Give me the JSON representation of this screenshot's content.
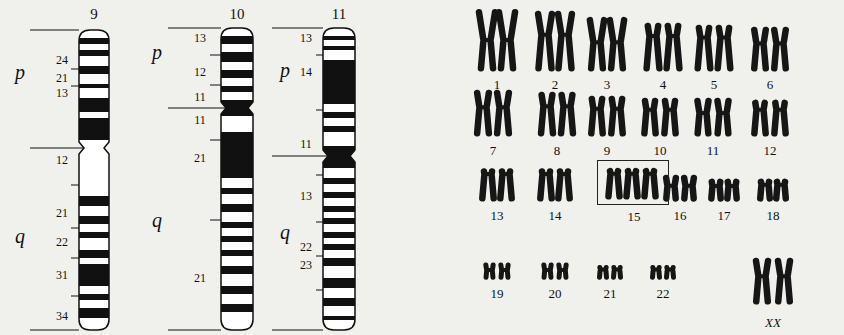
{
  "diagram": {
    "nodes": [
      {
        "text": [
          "15"
        ]
      }
    ],
    "labels": [
      "9",
      "10",
      "11",
      "p",
      "24",
      "21",
      "13",
      "q",
      "12",
      "21",
      "22",
      "31",
      "34",
      "p",
      "13",
      "12",
      "11",
      "q",
      "11",
      "21",
      "21",
      "p",
      "13",
      "14",
      "11",
      "q",
      "13",
      "22",
      "23",
      "1",
      "2",
      "3",
      "4",
      "5",
      "6",
      "7",
      "8",
      "9",
      "10",
      "11",
      "12",
      "13",
      "14",
      "16",
      "17",
      "18",
      "19",
      "20",
      "21",
      "22",
      "XX"
    ]
  }
}
